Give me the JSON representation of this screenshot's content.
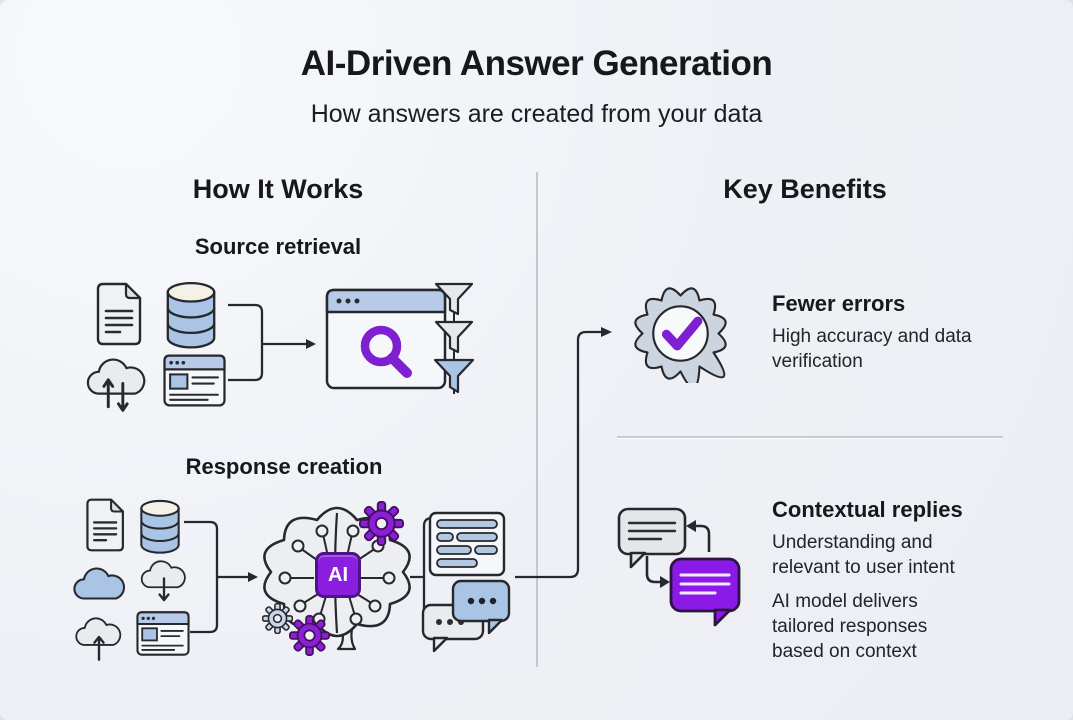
{
  "palette": {
    "background": "#eef0f5",
    "ink": "#17181c",
    "outline": "#26282e",
    "accent_purple": "#7e1fd2",
    "bright_purple": "#8b1fe0",
    "blue_fill": "#a9c4e4",
    "header_blue": "#b7cbe8",
    "light_gray_fill": "#e9ebef",
    "badge_gray": "#ccd4e0"
  },
  "header": {
    "title": "AI-Driven Answer Generation",
    "subtitle": "How answers are created from your data"
  },
  "how_it_works": {
    "title": "How It Works",
    "steps": [
      {
        "label": "Source retrieval",
        "icons": [
          "document-icon",
          "database-icon",
          "cloud-sync-icon",
          "webpage-icon",
          "search-window-icon",
          "filter-funnels-icon",
          "merge-arrow-icon"
        ]
      },
      {
        "label": "Response creation",
        "ai_chip_label": "AI",
        "icons": [
          "document-icon",
          "database-icon",
          "cloud-icon",
          "cloud-download-icon",
          "cloud-upload-icon",
          "webpage-icon",
          "ai-brain-icon",
          "gear-icon",
          "result-document-icon",
          "chat-bubbles-icon",
          "flow-arrow-icon"
        ]
      }
    ]
  },
  "key_benefits": {
    "title": "Key Benefits",
    "benefits": [
      {
        "title": "Fewer errors",
        "icon": "verified-badge-icon",
        "paragraphs": [
          "High accuracy and data verification"
        ]
      },
      {
        "title": "Contextual replies",
        "icon": "chat-exchange-icon",
        "paragraphs": [
          "Understanding and relevant to user intent",
          "AI model delivers tailored responses based on context"
        ]
      }
    ]
  }
}
